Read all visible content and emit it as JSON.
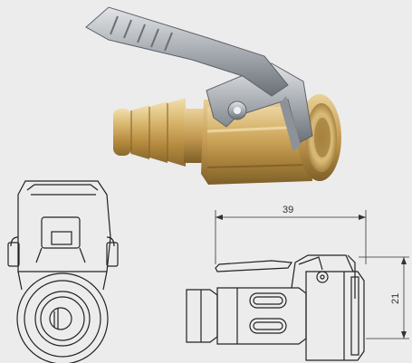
{
  "dimensions": {
    "length_label": "39",
    "height_label": "21"
  },
  "views": {
    "photo": "brass-clip-on-air-chuck-photo",
    "front": "front-view-drawing",
    "side": "side-view-drawing"
  },
  "colors": {
    "background": "#ececec",
    "brass_light": "#e3c98a",
    "brass_mid": "#c9a55f",
    "brass_dark": "#8a6a2e",
    "steel_light": "#c9ccd0",
    "steel_mid": "#9ea3a9",
    "steel_dark": "#5e6268",
    "line": "#222222"
  }
}
